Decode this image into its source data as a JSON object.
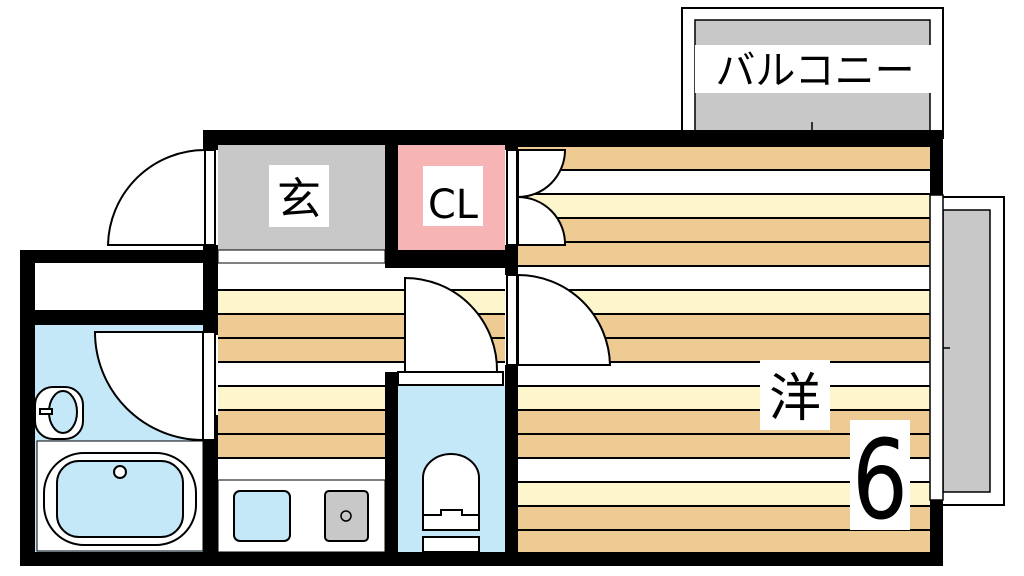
{
  "labels": {
    "balcony": "バルコニー",
    "entrance": "玄",
    "closet": "CL",
    "western_room": "洋",
    "room_size": "6"
  },
  "colors": {
    "wall": "#000000",
    "entrance_floor": "#c8c8c8",
    "closet": "#f7b4b4",
    "wet_area": "#c5e8f8",
    "floor_tan": "#efcb94",
    "floor_yellow": "#fdf6cc",
    "balcony": "#c8c8c8"
  }
}
